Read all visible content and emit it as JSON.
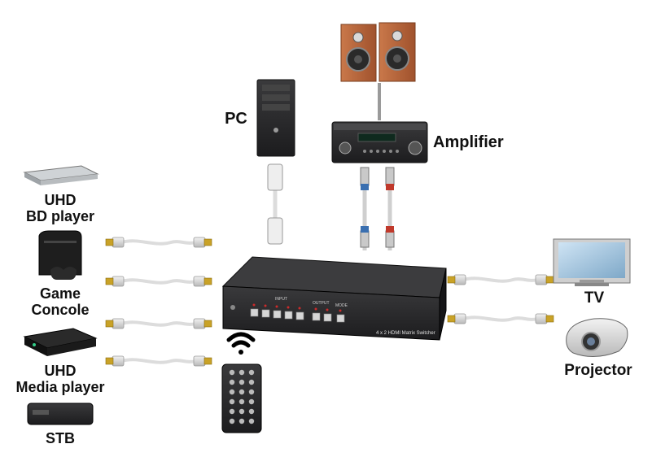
{
  "labels": {
    "pc": "PC",
    "amplifier": "Amplifier",
    "uhd_bd_line1": "UHD",
    "uhd_bd_line2": "BD player",
    "game_line1": "Game",
    "game_line2": "Concole",
    "uhd_media_line1": "UHD",
    "uhd_media_line2": "Media player",
    "stb": "STB",
    "tv": "TV",
    "projector": "Projector"
  },
  "switcher": {
    "model_label": "4 x 2  HDMI Matrix Switcher",
    "input_group": "INPUT",
    "output_group": "OUTPUT",
    "mode_group": "MODE"
  },
  "icons": {
    "wifi": "wifi-icon",
    "remote": "remote-control-icon"
  },
  "colors": {
    "switcher_body": "#2e2e30",
    "cable": "#e6e6e6",
    "connector": "#c9a227",
    "speaker_wood": "#b8663a"
  }
}
